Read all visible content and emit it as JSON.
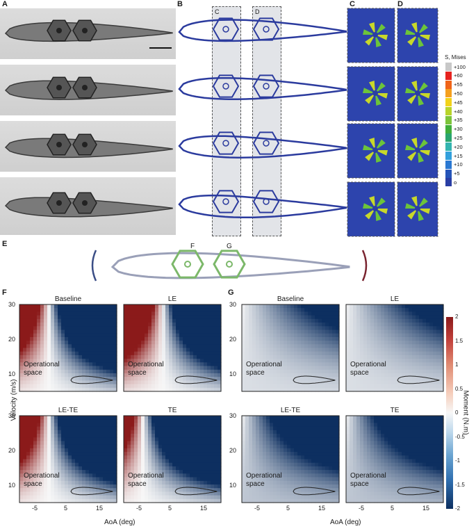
{
  "panels": {
    "A": "A",
    "B": "B",
    "C": "C",
    "D": "D",
    "E": "E",
    "F": "F",
    "G": "G"
  },
  "b_strip_labels": [
    "C",
    "D"
  ],
  "e_labels": [
    "F",
    "G"
  ],
  "stress_legend": {
    "title": "S, Mises",
    "entries": [
      "+100",
      "+60",
      "+55",
      "+50",
      "+45",
      "+40",
      "+35",
      "+30",
      "+25",
      "+20",
      "+15",
      "+10",
      "+5",
      "o"
    ],
    "colors": [
      "#c8c8c8",
      "#e6231f",
      "#f06418",
      "#f5a01e",
      "#f2d21a",
      "#b8d42a",
      "#7cc43a",
      "#3fae3a",
      "#2aa56e",
      "#33b4b0",
      "#32a0dc",
      "#2a78d2",
      "#2554b8",
      "#2a3ea4"
    ]
  },
  "heatmaps": {
    "F": [
      {
        "title": "Baseline",
        "operational": [
          "Operational",
          "space"
        ]
      },
      {
        "title": "LE",
        "operational": [
          "Operational",
          "space"
        ]
      },
      {
        "title": "LE-TE",
        "operational": [
          "Operational",
          "space"
        ]
      },
      {
        "title": "TE",
        "operational": [
          "Operational",
          "space"
        ]
      }
    ],
    "G": [
      {
        "title": "Baseline",
        "operational": [
          "Operational",
          "space"
        ]
      },
      {
        "title": "LE",
        "operational": [
          "Operational",
          "space"
        ]
      },
      {
        "title": "LE-TE",
        "operational": [
          "Operational",
          "space"
        ]
      },
      {
        "title": "TE",
        "operational": [
          "Operational",
          "space"
        ]
      }
    ]
  },
  "axes": {
    "ylabel": "Velocity (m/s)",
    "xlabel": "AoA (deg)",
    "yticks": [
      "30",
      "20",
      "10"
    ],
    "xticks": [
      "-5",
      "5",
      "15"
    ]
  },
  "colorbar": {
    "label": "Moment (N.m)",
    "ticks": [
      "2",
      "1.5",
      "1",
      "0.5",
      "0",
      "-0.5",
      "-1",
      "-1.5",
      "-2"
    ],
    "colors": {
      "pos": "#8b1a1a",
      "zero": "#f7f7f7",
      "neg": "#0d2f60"
    }
  },
  "chart_data": [
    {
      "type": "heatmap",
      "title": "Baseline",
      "xlabel": "AoA (deg)",
      "ylabel": "Velocity (m/s)",
      "xlim": [
        -10,
        20
      ],
      "ylim": [
        5,
        30
      ],
      "zlim": [
        -2,
        2
      ],
      "zero_crossing_aoa": -1
    },
    {
      "type": "heatmap",
      "title": "LE",
      "xlabel": "AoA (deg)",
      "ylabel": "Velocity (m/s)",
      "xlim": [
        -10,
        20
      ],
      "ylim": [
        5,
        30
      ],
      "zlim": [
        -2,
        2
      ],
      "zero_crossing_aoa": 2
    },
    {
      "type": "heatmap",
      "title": "LE-TE",
      "xlabel": "AoA (deg)",
      "ylabel": "Velocity (m/s)",
      "xlim": [
        -10,
        20
      ],
      "ylim": [
        5,
        30
      ],
      "zlim": [
        -2,
        2
      ],
      "zero_crossing_aoa": -1
    },
    {
      "type": "heatmap",
      "title": "TE",
      "xlabel": "AoA (deg)",
      "ylabel": "Velocity (m/s)",
      "xlim": [
        -10,
        20
      ],
      "ylim": [
        5,
        30
      ],
      "zlim": [
        -2,
        2
      ],
      "zero_crossing_aoa": -4
    },
    {
      "type": "heatmap",
      "title": "Baseline",
      "xlabel": "AoA (deg)",
      "ylabel": "Velocity (m/s)",
      "xlim": [
        -10,
        20
      ],
      "ylim": [
        5,
        30
      ],
      "zlim": [
        -2,
        2
      ]
    },
    {
      "type": "heatmap",
      "title": "LE",
      "xlabel": "AoA (deg)",
      "ylabel": "Velocity (m/s)",
      "xlim": [
        -10,
        20
      ],
      "ylim": [
        5,
        30
      ],
      "zlim": [
        -2,
        2
      ]
    },
    {
      "type": "heatmap",
      "title": "LE-TE",
      "xlabel": "AoA (deg)",
      "ylabel": "Velocity (m/s)",
      "xlim": [
        -10,
        20
      ],
      "ylim": [
        5,
        30
      ],
      "zlim": [
        -2,
        2
      ]
    },
    {
      "type": "heatmap",
      "title": "TE",
      "xlabel": "AoA (deg)",
      "ylabel": "Velocity (m/s)",
      "xlim": [
        -10,
        20
      ],
      "ylim": [
        5,
        30
      ],
      "zlim": [
        -2,
        2
      ]
    }
  ]
}
